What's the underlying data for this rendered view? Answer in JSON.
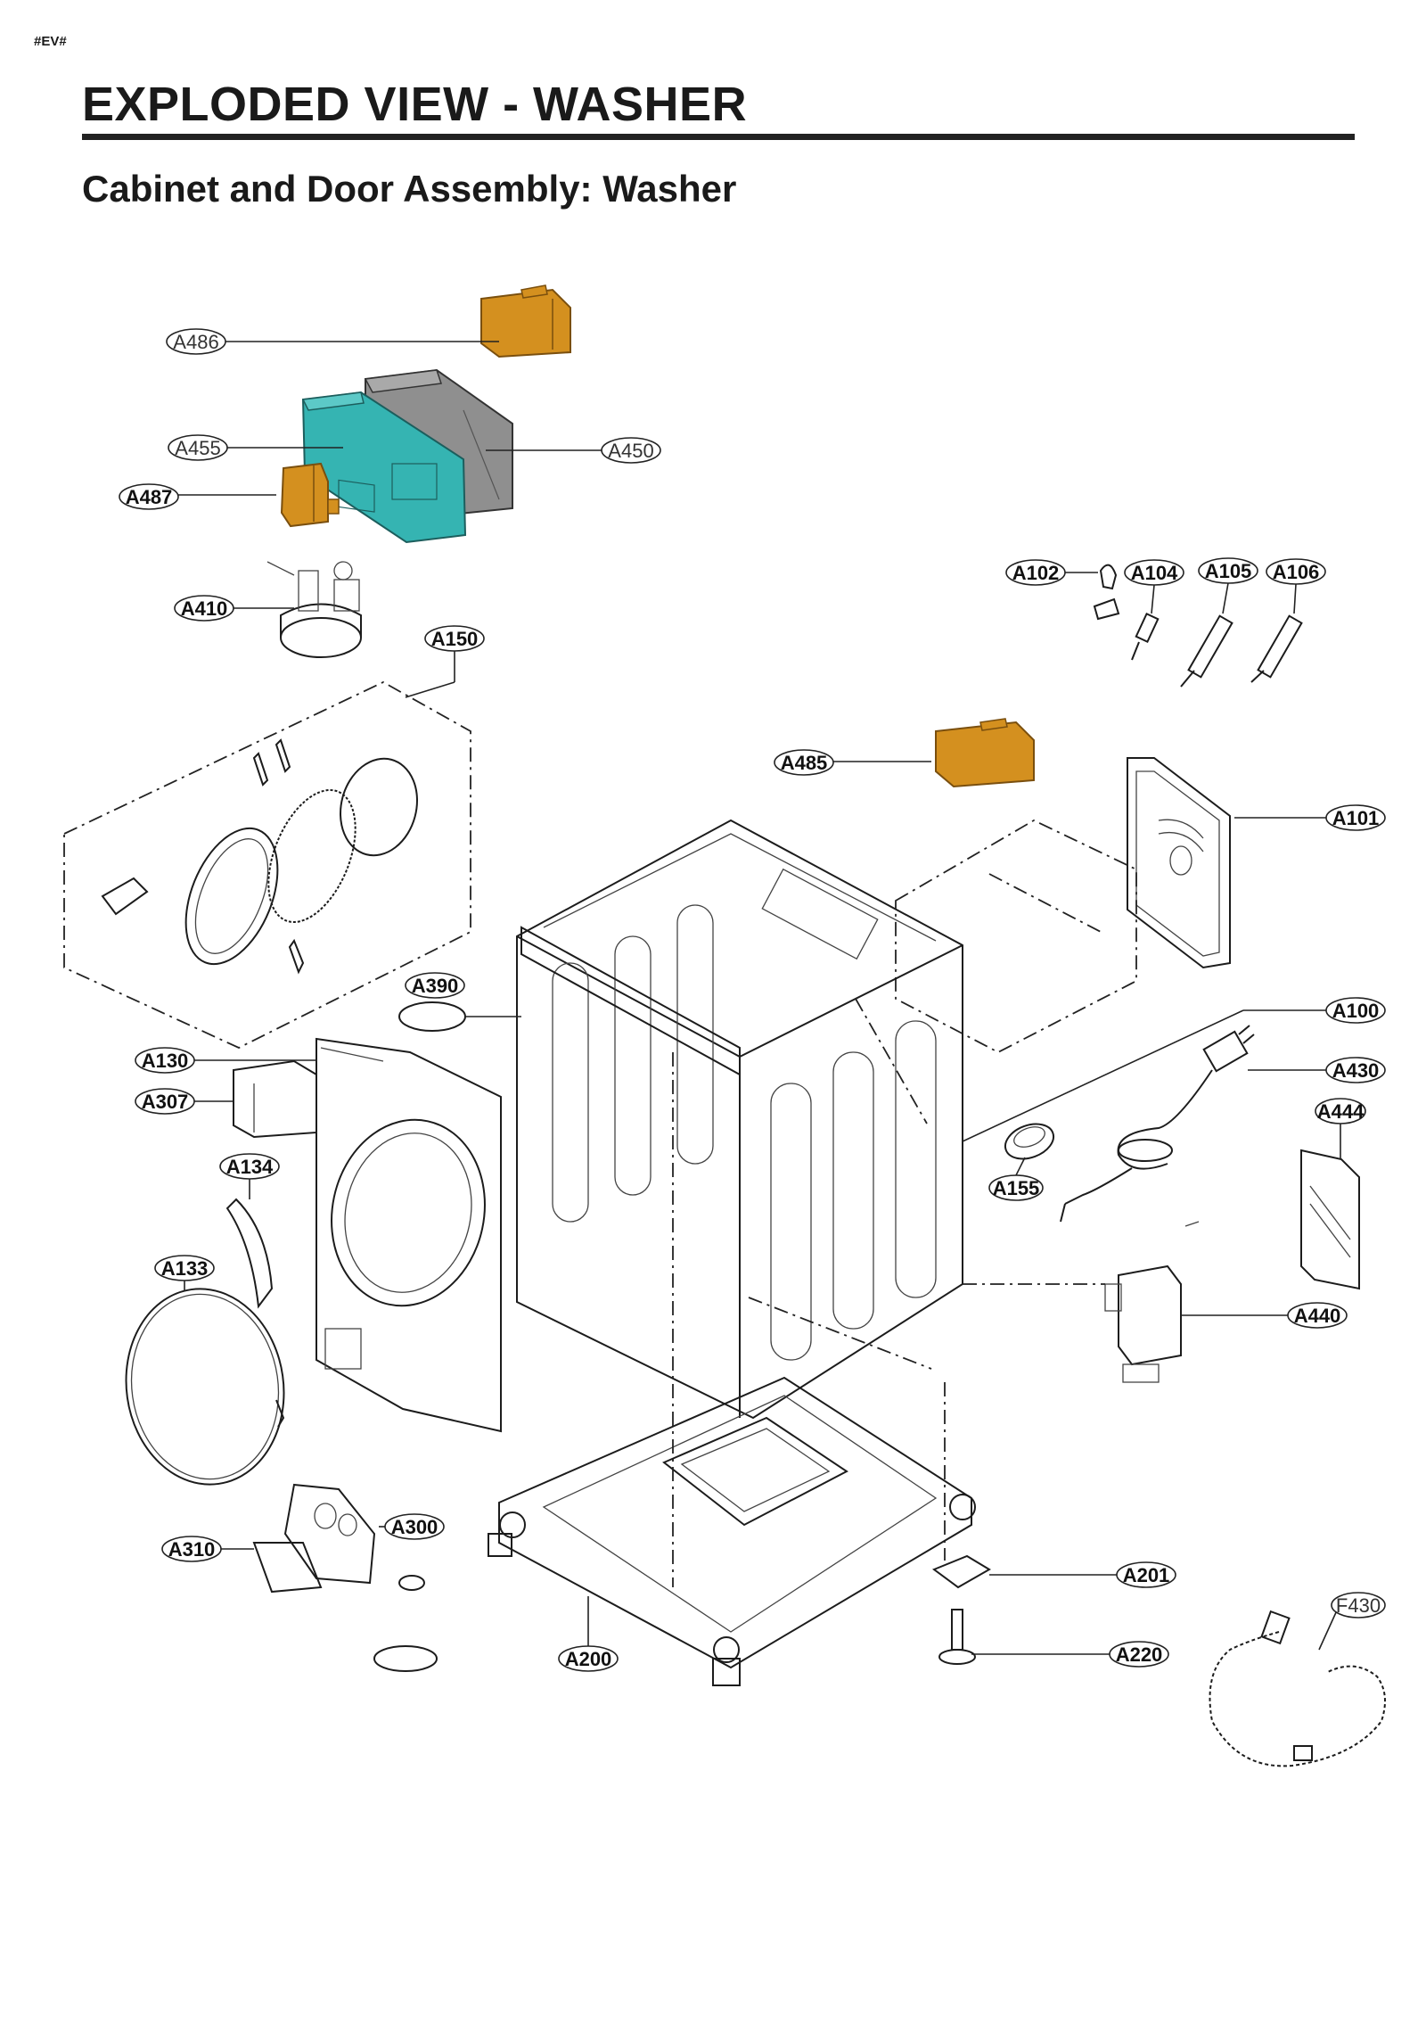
{
  "header": {
    "marker": "#EV#",
    "title": "EXPLODED VIEW - WASHER",
    "subtitle": "Cabinet and Door Assembly: Washer"
  },
  "colors": {
    "amber_part": "#d4901f",
    "teal_part": "#35b4b2",
    "gray_part": "#8f8f8f",
    "line": "#1c1c1c"
  },
  "callouts": {
    "a486": "A486",
    "a455": "A455",
    "a450": "A450",
    "a487": "A487",
    "a410": "A410",
    "a150": "A150",
    "a102": "A102",
    "a104": "A104",
    "a105": "A105",
    "a106": "A106",
    "a485": "A485",
    "a101": "A101",
    "a390": "A390",
    "a100": "A100",
    "a430": "A430",
    "a444": "A444",
    "a130": "A130",
    "a307": "A307",
    "a155": "A155",
    "a134": "A134",
    "a133": "A133",
    "a440": "A440",
    "a300": "A300",
    "a310": "A310",
    "a201": "A201",
    "a200": "A200",
    "a220": "A220",
    "f430": "F430"
  }
}
